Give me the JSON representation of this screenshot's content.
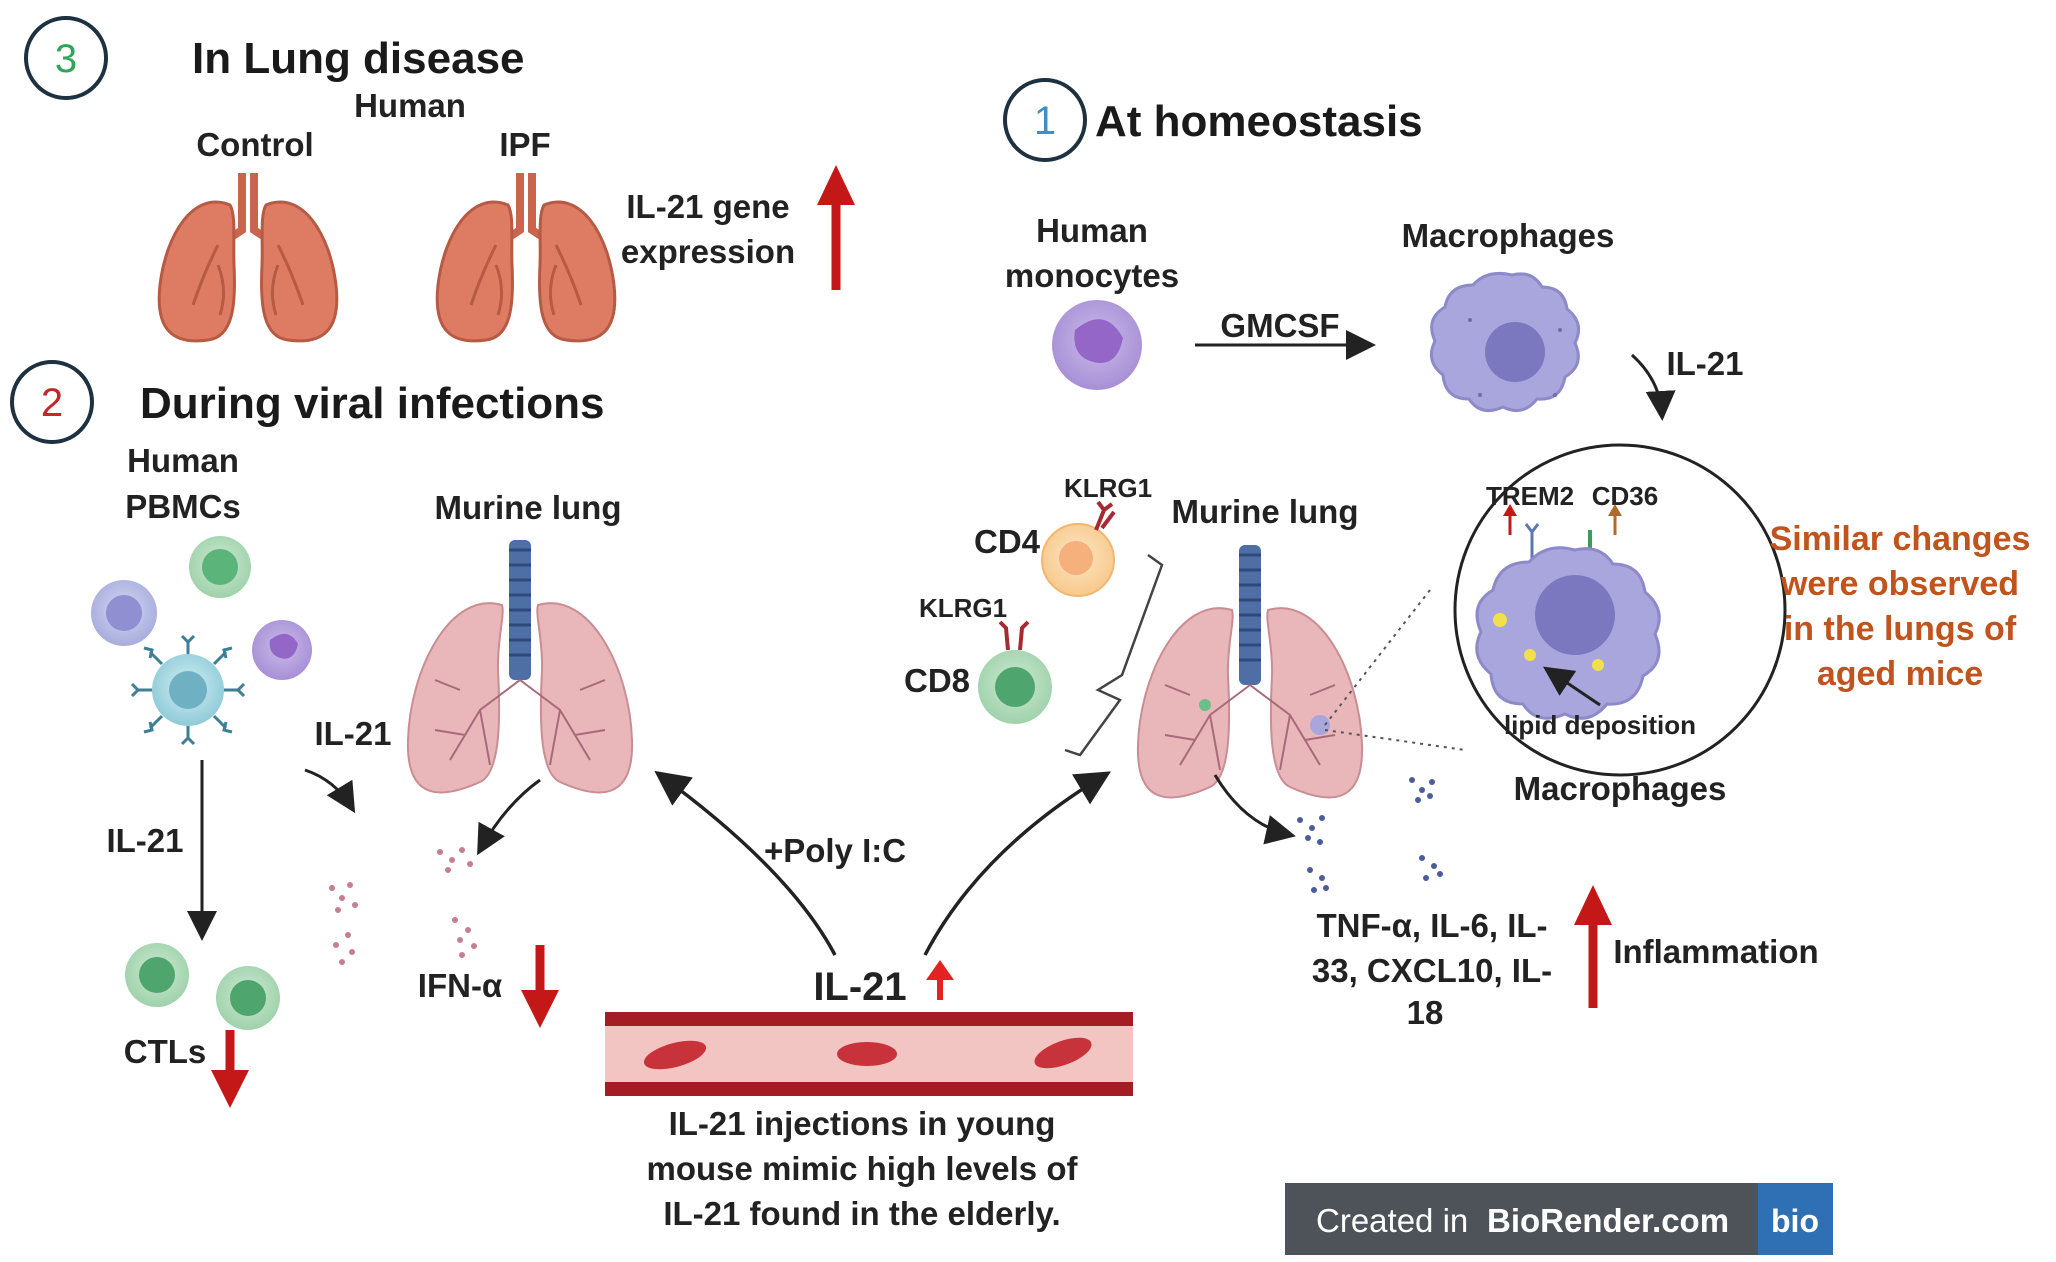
{
  "colors": {
    "circle_num_1": "#3d8fc9",
    "circle_num_2": "#c0282a",
    "circle_num_3": "#2ea55a",
    "accent_red": "#c41818",
    "orange_note": "#c0541c",
    "lung_red": "#de7b63",
    "lung_pink": "#e9b6b9",
    "trachea_blue": "#4e6fa5",
    "macrophage_purple": "#a8a6dc",
    "vessel_red": "#a51d24",
    "biorender_bar": "#4d5359",
    "biorender_tag": "#2f6fb4"
  },
  "section3": {
    "number": "3",
    "title": "In Lung disease",
    "species": "Human",
    "control_label": "Control",
    "ipf_label": "IPF",
    "gene_expr_line1": "IL-21 gene",
    "gene_expr_line2": "expression"
  },
  "section2": {
    "number": "2",
    "title": "During viral infections",
    "pbmc_line1": "Human",
    "pbmc_line2": "PBMCs",
    "murine_lung": "Murine lung",
    "il21_to_lung": "IL-21",
    "il21_to_ctl": "IL-21",
    "ifn": "IFN-α",
    "ctls": "CTLs"
  },
  "section1": {
    "number": "1",
    "title": "At homeostasis",
    "monocyte_line1": "Human",
    "monocyte_line2": "monocytes",
    "macrophages_top": "Macrophages",
    "gmcsf": "GMCSF",
    "il21_arrow": "IL-21",
    "klrg1_cd4": "KLRG1",
    "klrg1_cd8": "KLRG1",
    "cd4": "CD4",
    "cd8": "CD8",
    "murine_lung": "Murine lung",
    "trem2": "TREM2",
    "cd36": "CD36",
    "lipid": "lipid deposition",
    "macrophages_bottom": "Macrophages",
    "aged_line1": "Similar changes",
    "aged_line2": "were observed",
    "aged_line3": "in the lungs of",
    "aged_line4": "aged mice",
    "cytokines_line1": "TNF-α, IL-6, IL-",
    "cytokines_line2": "33, CXCL10, IL-",
    "cytokines_line3": "18",
    "inflammation": "Inflammation"
  },
  "center": {
    "poly": "+Poly I:C",
    "il21": "IL-21",
    "caption_line1": "IL-21 injections in young",
    "caption_line2": "mouse mimic  high levels of",
    "caption_line3": "IL-21 found in the elderly."
  },
  "biorender": {
    "prefix": "Created in ",
    "brand": "BioRender.com",
    "tag": "bio"
  }
}
